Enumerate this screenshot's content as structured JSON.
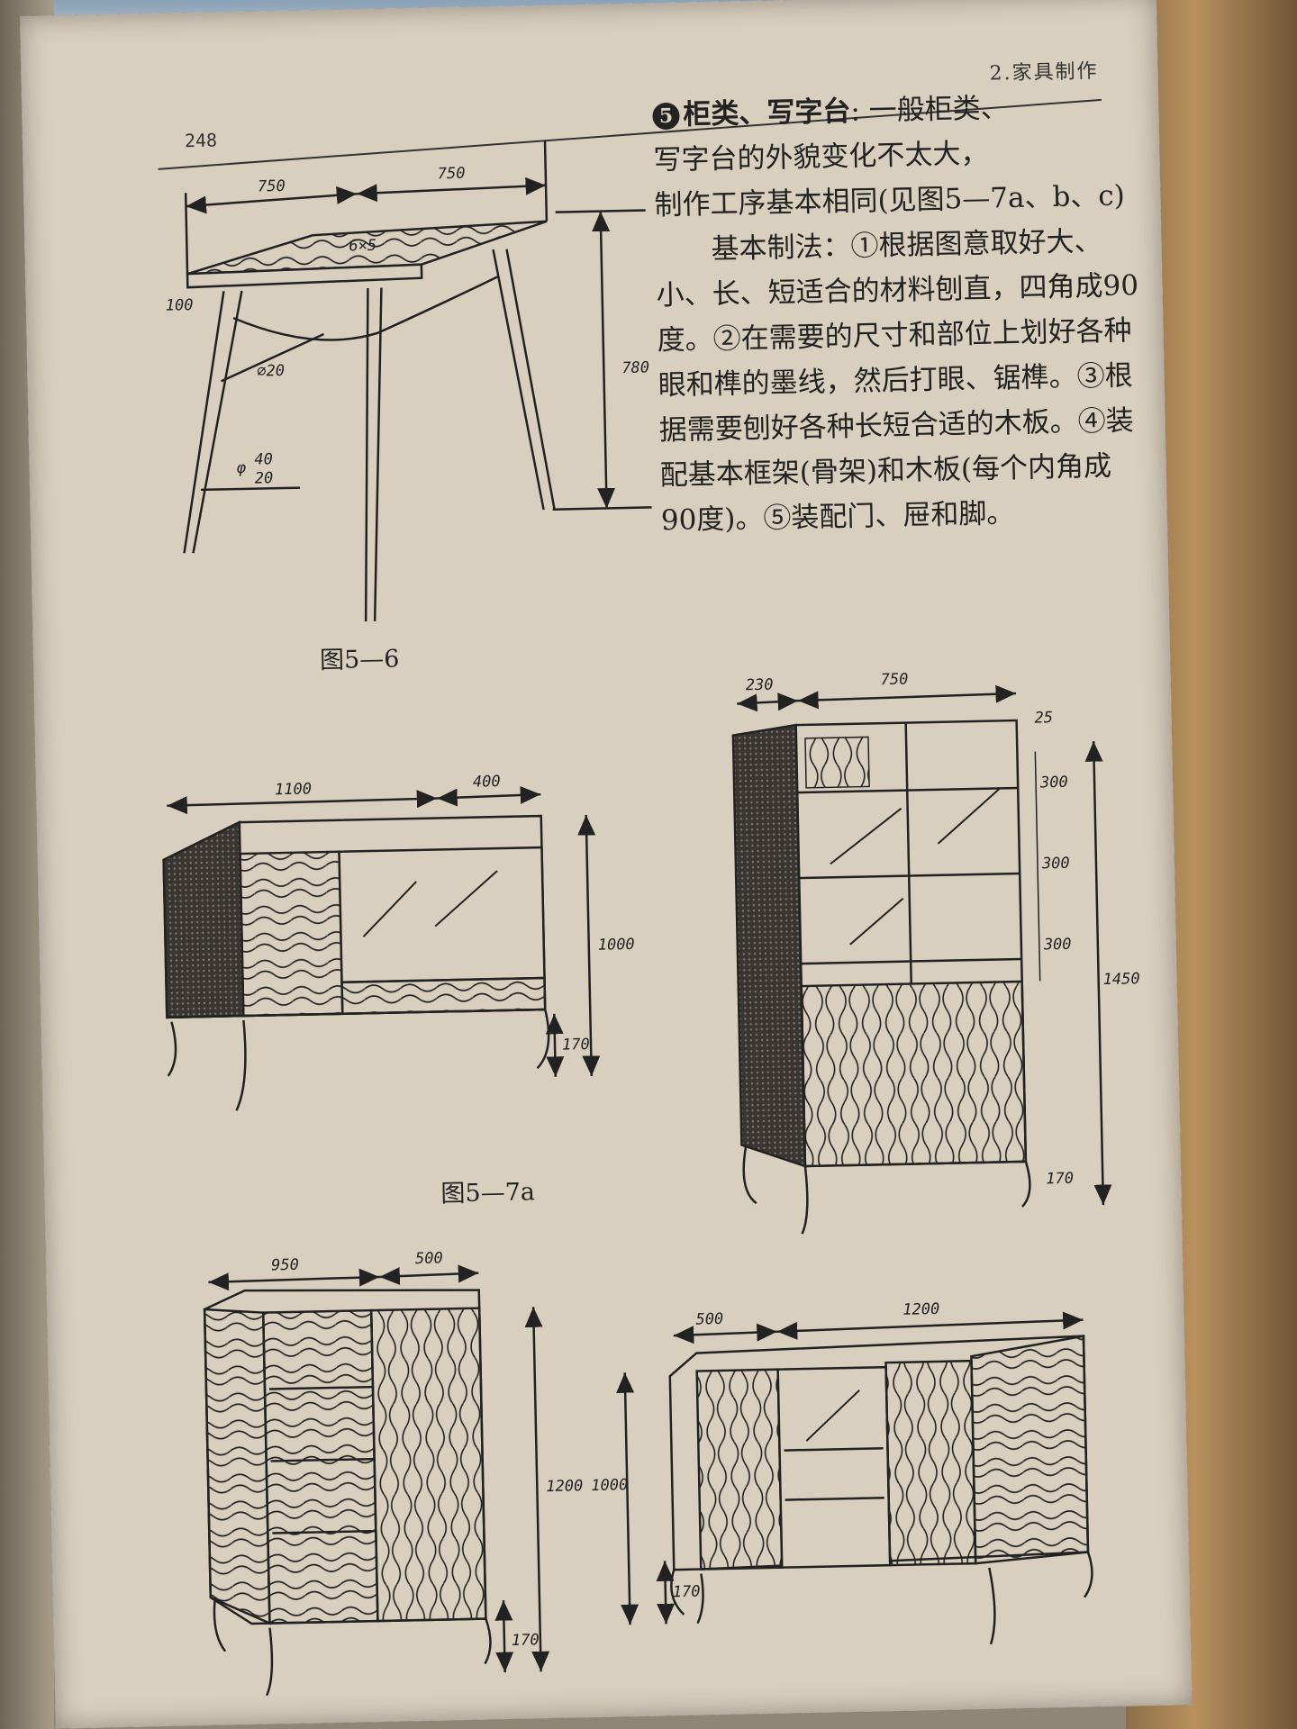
{
  "page_number": "248",
  "running_head": "2.家具制作",
  "section": {
    "number": "5",
    "title": "柜类、写字台",
    "lines": [
      ": 一般柜类、",
      "写字台的外貌变化不太大，",
      "制作工序基本相同(见图5—7a、b、c)"
    ],
    "method_title": "基本制法",
    "method_text": "：①根据图意取好大、小、长、短适合的材料刨直，四角成90度。②在需要的尺寸和部位上划好各种眼和榫的墨线，然后打眼、锯榫。③根据需要刨好各种长短合适的木板。④装配基本框架(骨架)和木板(每个内角成90度)。⑤装配门、屉和脚。"
  },
  "figures": {
    "table": {
      "caption": "图5—6",
      "dims": {
        "width_a": "750",
        "width_b": "750",
        "height": "780",
        "apron": "100",
        "rail": "∅20",
        "leg_top": "40",
        "leg_bottom": "20",
        "leg_symbol": "φ",
        "top_mark": "6×5"
      }
    },
    "sideboard": {
      "caption": "图5—7a",
      "dims": {
        "width": "1100",
        "depth": "400",
        "height": "1000",
        "leg": "170"
      }
    },
    "bookcase": {
      "dims": {
        "depth": "230",
        "width": "750",
        "top": "25",
        "shelf1": "300",
        "shelf2": "300",
        "shelf3": "300",
        "height": "1450",
        "leg": "170"
      }
    },
    "wardrobe": {
      "dims": {
        "width": "950",
        "depth": "500",
        "height": "1200",
        "leg": "170"
      }
    },
    "cabinet": {
      "dims": {
        "depth": "500",
        "width": "1200",
        "height": "1000",
        "leg": "170"
      }
    }
  },
  "colors": {
    "paper": "#d9cfbe",
    "ink": "#222222"
  }
}
